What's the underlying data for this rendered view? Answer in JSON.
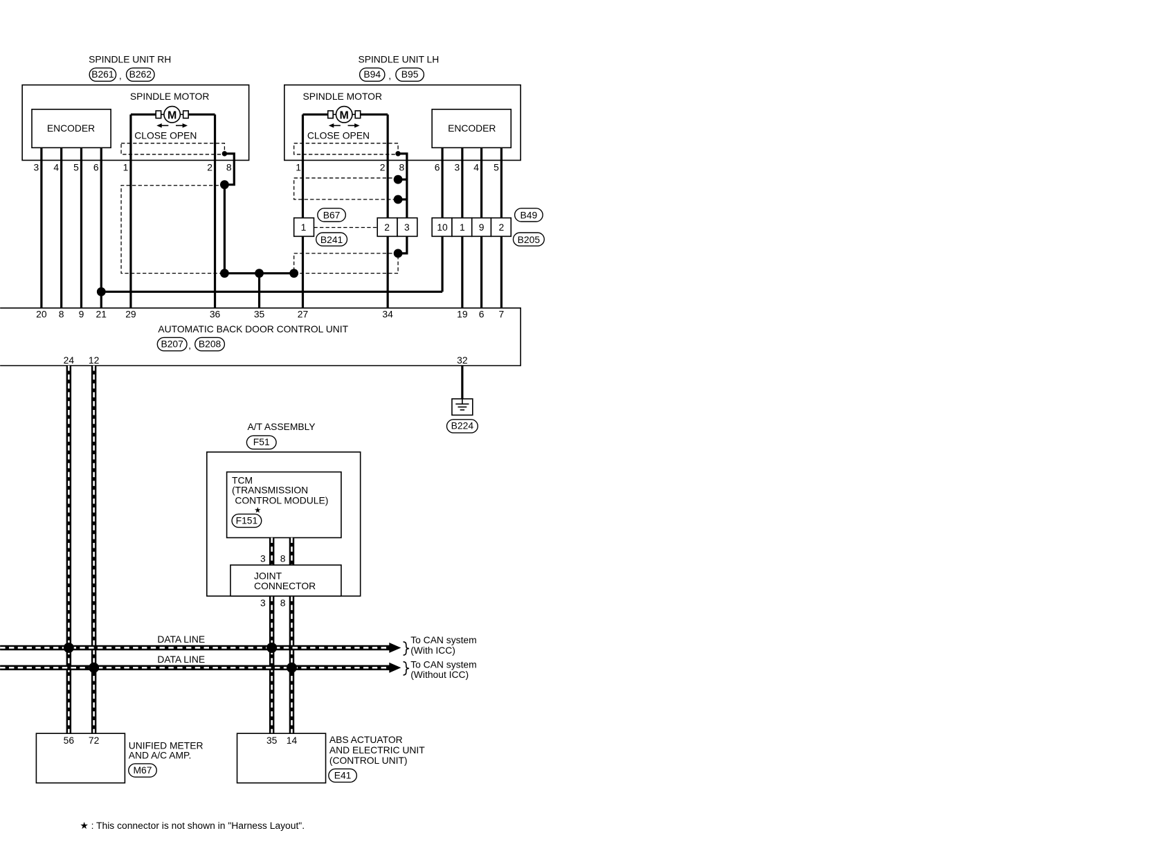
{
  "colors": {
    "line": "#000000",
    "background": "#ffffff"
  },
  "separator": ",",
  "spindle_rh": {
    "title": "SPINDLE UNIT RH",
    "connectors": [
      "B261",
      "B262"
    ],
    "motor_label": "SPINDLE MOTOR",
    "motor_symbol": "M",
    "close_open": "CLOSE OPEN",
    "encoder": "ENCODER",
    "pins": [
      "3",
      "4",
      "5",
      "6",
      "1",
      "2",
      "8"
    ]
  },
  "spindle_lh": {
    "title": "SPINDLE UNIT LH",
    "connectors": [
      "B94",
      "B95"
    ],
    "motor_label": "SPINDLE MOTOR",
    "motor_symbol": "M",
    "close_open": "CLOSE OPEN",
    "encoder": "ENCODER",
    "pins": [
      "1",
      "2",
      "8",
      "6",
      "3",
      "4",
      "5"
    ]
  },
  "connector_b67": {
    "ids": [
      "B67",
      "B241"
    ],
    "terminals": [
      "1",
      "2",
      "3"
    ]
  },
  "connector_b49": {
    "ids": [
      "B49",
      "B205"
    ],
    "terminals": [
      "10",
      "1",
      "9",
      "2"
    ]
  },
  "control_unit": {
    "title": "AUTOMATIC BACK DOOR CONTROL UNIT",
    "connectors": [
      "B207",
      "B208"
    ],
    "top_pins": [
      "20",
      "8",
      "9",
      "21",
      "29",
      "36",
      "35",
      "27",
      "34",
      "19",
      "6",
      "7"
    ],
    "bottom_pins": [
      "24",
      "12",
      "32"
    ]
  },
  "ground": {
    "connector": "B224"
  },
  "at_assembly": {
    "title": "A/T ASSEMBLY",
    "connector": "F51",
    "tcm_lines": [
      "TCM",
      "(TRANSMISSION",
      "CONTROL MODULE)"
    ],
    "tcm_star": "★",
    "tcm_connector": "F151",
    "tcm_pins": [
      "3",
      "8"
    ],
    "joint_lines": [
      "JOINT",
      "CONNECTOR"
    ],
    "joint_pins": [
      "3",
      "8"
    ]
  },
  "data_lines": [
    {
      "label": "DATA LINE",
      "dest": [
        "To CAN system",
        "(With ICC)"
      ]
    },
    {
      "label": "DATA LINE",
      "dest": [
        "To CAN system",
        "(Without ICC)"
      ]
    }
  ],
  "meter": {
    "lines": [
      "UNIFIED METER",
      "AND A/C AMP."
    ],
    "connector": "M67",
    "pins": [
      "56",
      "72"
    ]
  },
  "abs": {
    "lines": [
      "ABS ACTUATOR",
      "AND ELECTRIC UNIT",
      "(CONTROL UNIT)"
    ],
    "connector": "E41",
    "pins": [
      "35",
      "14"
    ]
  },
  "footnote": "★ : This connector is not shown in \"Harness Layout\"."
}
